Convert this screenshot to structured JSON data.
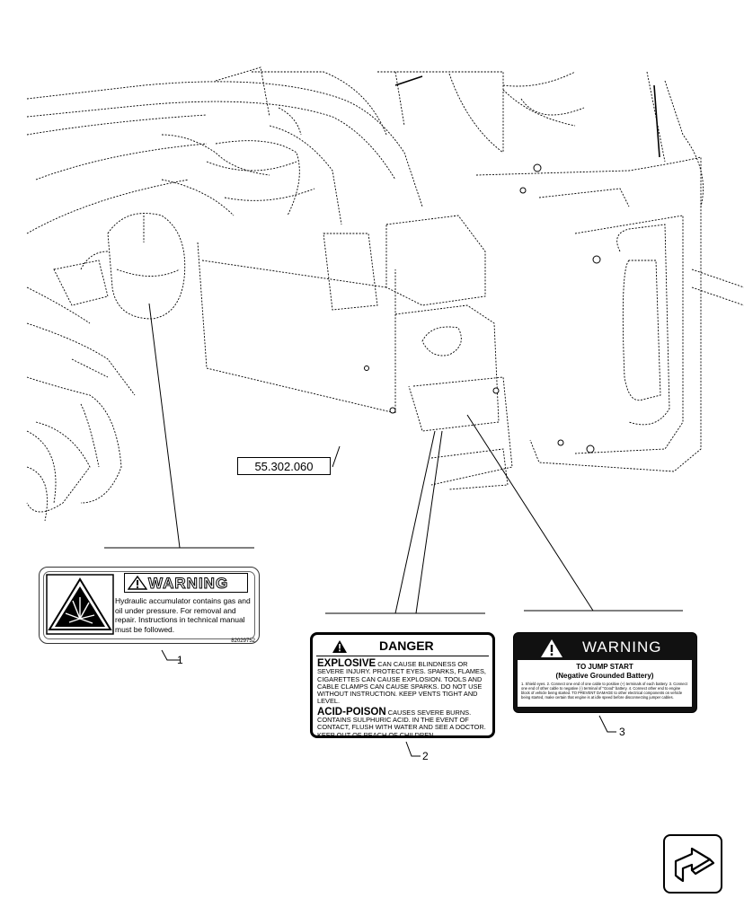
{
  "reference_code": "55.302.060",
  "callouts": {
    "c1": "1",
    "c2": "2",
    "c3": "3"
  },
  "decal_1": {
    "heading": "WARNING",
    "text": "Hydraulic accumulator contains gas and oil under pressure. For removal and repair. Instructions in technical manual must be followed.",
    "code": "82029752"
  },
  "decal_2": {
    "heading": "DANGER",
    "explosive_title": "EXPLOSIVE",
    "explosive_text": "CAN CAUSE BLINDNESS OR SEVERE INJURY. PROTECT EYES. SPARKS, FLAMES, CIGARETTES CAN CAUSE EXPLOSION. TOOLS AND CABLE CLAMPS CAN CAUSE SPARKS. DO NOT USE WITHOUT INSTRUCTION. KEEP VENTS TIGHT AND LEVEL.",
    "acid_title": "ACID-POISON",
    "acid_text": "CAUSES SEVERE BURNS. CONTAINS SULPHURIC ACID. IN THE EVENT OF CONTACT, FLUSH WITH WATER AND SEE A DOCTOR. KEEP OUT OF REACH OF CHILDREN."
  },
  "decal_3": {
    "heading": "WARNING",
    "subtitle": "TO JUMP START",
    "subtitle2": "(Negative Grounded Battery)",
    "text": "1. Shield eyes. 2. Connect one end of one cable to positive (+) terminals of each battery. 3. Connect one end of other cable to negative (-) terminal of \"Good\" battery. 4. Connect other end to engine block of vehicle being started. TO PREVENT DAMAGE to other electrical components on vehicle being started, make certain that engine is at idle speed before disconnecting jumper cables."
  },
  "icons": [
    "explosion-icon",
    "warning-triangle-icon",
    "next-page-arrow-icon"
  ]
}
